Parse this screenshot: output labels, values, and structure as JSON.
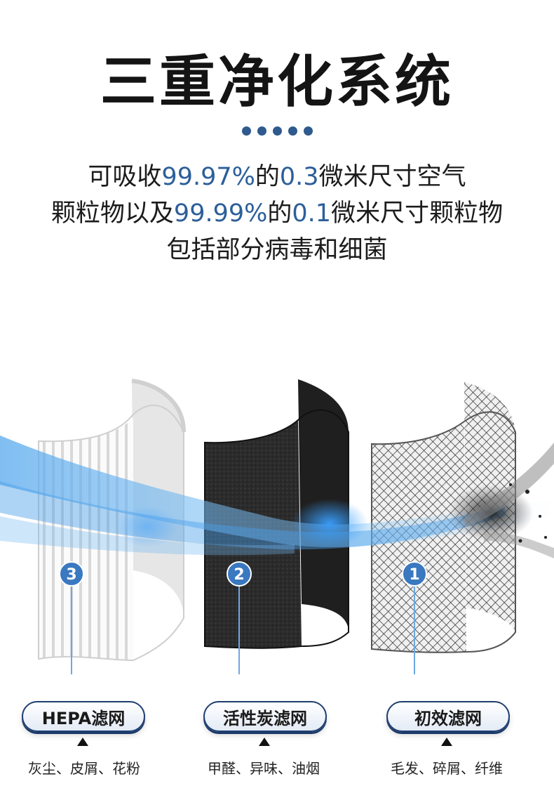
{
  "title": "三重净化系统",
  "description": {
    "line1": {
      "p1": "可吸收",
      "h1": "99.97%",
      "p2": "的",
      "h2": "0.3",
      "p3": "微米尺寸空气"
    },
    "line2": {
      "p1": "颗粒物以及",
      "h1": "99.99%",
      "p2": "的",
      "h2": "0.1",
      "p3": "微米尺寸颗粒物"
    },
    "line3": "包括部分病毒和细菌"
  },
  "colors": {
    "accent": "#2c5f9a",
    "badge": "#3a78c0",
    "pill_border": "#1e3e70"
  },
  "filters": [
    {
      "number": "3",
      "name": "HEPA滤网",
      "targets": "灰尘、皮屑、花粉"
    },
    {
      "number": "2",
      "name": "活性炭滤网",
      "targets": "甲醛、异味、油烟"
    },
    {
      "number": "1",
      "name": "初效滤网",
      "targets": "毛发、碎屑、纤维"
    }
  ]
}
